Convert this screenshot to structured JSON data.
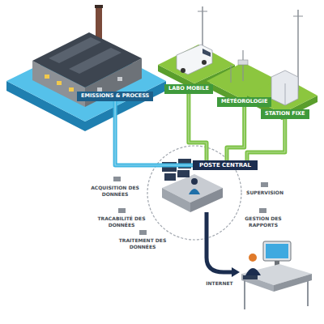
{
  "diagram": {
    "nodes": [
      {
        "text": [
          "EMISSIONS & PROCESS"
        ]
      },
      {
        "text": [
          "LABO MOBILE"
        ]
      },
      {
        "text": [
          "MÉTÉOROLOGIE"
        ]
      },
      {
        "text": [
          "STATION FIXE"
        ]
      },
      {
        "text": [
          "POSTE CENTRAL"
        ]
      }
    ],
    "edges": [
      {
        "from": 0,
        "to": 4,
        "arrow": "none"
      },
      {
        "from": 1,
        "to": 4,
        "arrow": "none"
      },
      {
        "from": 2,
        "to": 4,
        "arrow": "none"
      },
      {
        "from": 3,
        "to": 4,
        "arrow": "none"
      }
    ],
    "labels": [
      "ACQUISITION DES DONNÉES",
      "TRACABILITÉ DES DONNÉES",
      "TRAITEMENT DES DONNÉES",
      "SUPERVISION",
      "GESTION DES RAPPORTS",
      "INTERNET"
    ]
  }
}
